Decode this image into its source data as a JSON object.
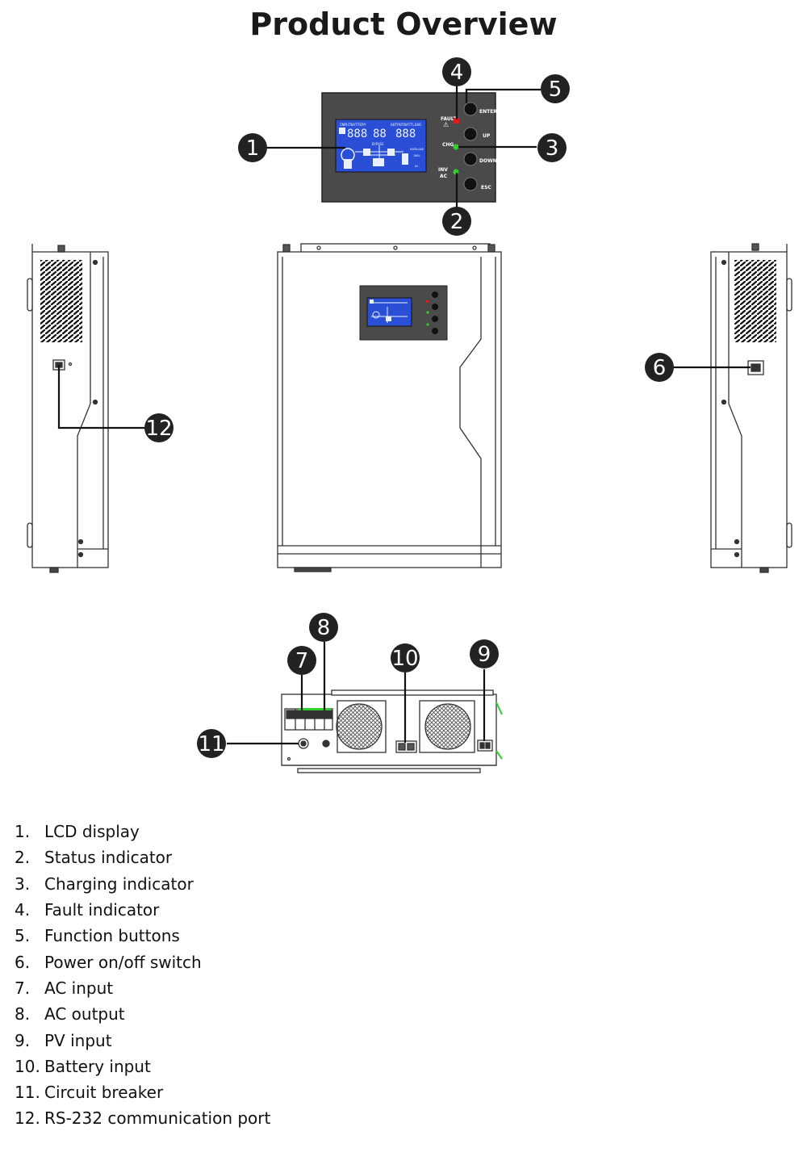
{
  "title": "Product Overview",
  "panel": {
    "lcd_top_left": "INPUTBATTERY",
    "lcd_top_right": "OUTPUTBATTLOAD",
    "lcd_digits_left": "888",
    "lcd_digits_mid": "88",
    "lcd_digits_right": "888",
    "lcd_bypass": "BYPASS",
    "lcd_overload": "OVERLOAD",
    "lcd_pct_100": "100%",
    "lcd_pct_0": "0%",
    "led_fault": "FAULT",
    "led_chg": "CHG",
    "led_inv": "INV",
    "led_ac": "AC",
    "btn_enter": "ENTER",
    "btn_up": "UP",
    "btn_down": "DOWN",
    "btn_esc": "ESC"
  },
  "callouts": [
    "1",
    "2",
    "3",
    "4",
    "5",
    "6",
    "7",
    "8",
    "9",
    "10",
    "11",
    "12"
  ],
  "legend": [
    {
      "num": "1.",
      "text": "LCD display"
    },
    {
      "num": "2.",
      "text": "Status indicator"
    },
    {
      "num": "3.",
      "text": "Charging indicator"
    },
    {
      "num": "4.",
      "text": "Fault indicator"
    },
    {
      "num": "5.",
      "text": "Function buttons"
    },
    {
      "num": "6.",
      "text": "Power on/off switch"
    },
    {
      "num": "7.",
      "text": "AC input"
    },
    {
      "num": "8.",
      "text": "AC output"
    },
    {
      "num": "9.",
      "text": "PV input"
    },
    {
      "num": "10.",
      "text": "Battery input"
    },
    {
      "num": "11.",
      "text": "Circuit breaker"
    },
    {
      "num": "12.",
      "text": "RS-232 communication port"
    }
  ],
  "colors": {
    "panel": "#4a4a4a",
    "lcd": "#2a4fd6",
    "fault_led": "#e21b1b",
    "green_led": "#2fcf2f",
    "callout": "#222222",
    "outline": "#333333"
  }
}
